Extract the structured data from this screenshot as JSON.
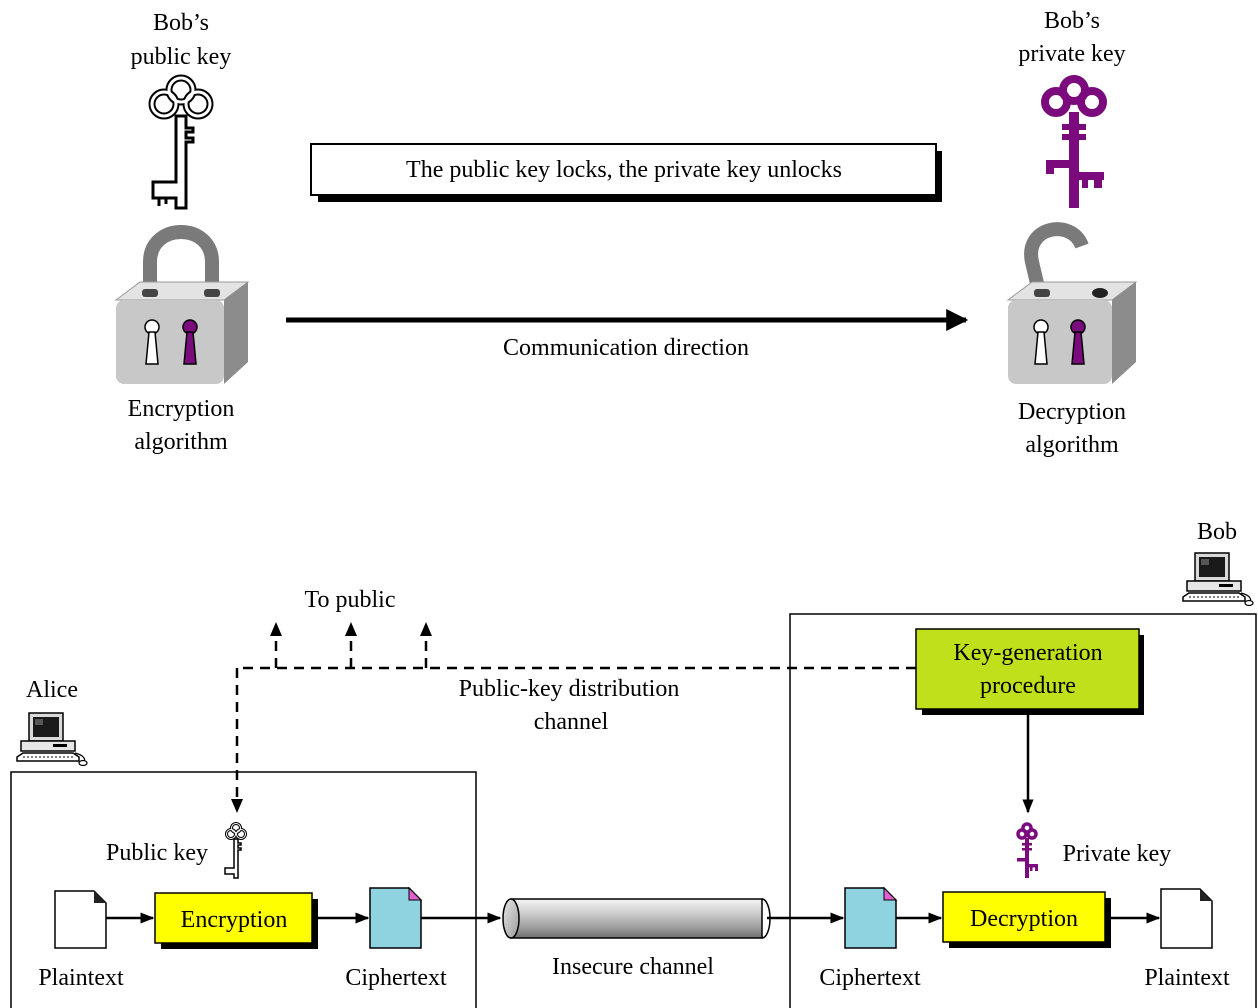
{
  "top": {
    "public_key_label": [
      "Bob’s",
      "public key"
    ],
    "private_key_label": [
      "Bob’s",
      "private key"
    ],
    "banner": "The public key locks, the private key unlocks",
    "direction_label": "Communication direction",
    "encryption_label": [
      "Encryption",
      "algorithm"
    ],
    "decryption_label": [
      "Decryption",
      "algorithm"
    ]
  },
  "bottom": {
    "alice": "Alice",
    "bob": "Bob",
    "to_public": "To public",
    "distribution_channel": [
      "Public-key distribution",
      "channel"
    ],
    "key_generation": [
      "Key-generation",
      "procedure"
    ],
    "public_key": "Public key",
    "private_key": "Private key",
    "encryption": "Encryption",
    "decryption": "Decryption",
    "plaintext_left": "Plaintext",
    "ciphertext_left": "Ciphertext",
    "insecure_channel": "Insecure channel",
    "ciphertext_right": "Ciphertext",
    "plaintext_right": "Plaintext"
  },
  "colors": {
    "private_key": "#7b0b7d",
    "encrypt_box": "#ffff00",
    "keygen_box": "#bfe01a",
    "ciphertext_doc": "#8fd3e0",
    "lock_body": "#c8c8c8",
    "shackle": "#7a7a7a"
  }
}
